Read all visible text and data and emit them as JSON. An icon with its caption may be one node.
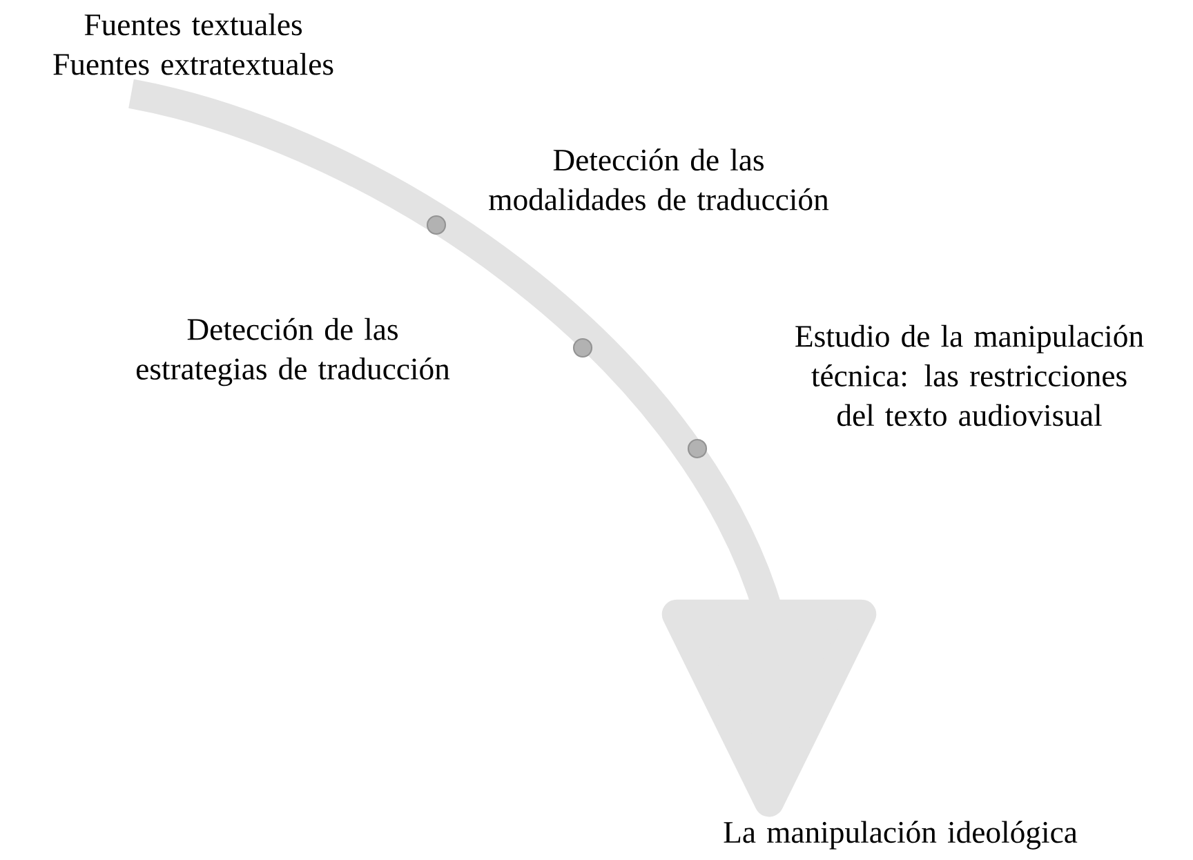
{
  "diagram": {
    "nodes": [
      {
        "text": [
          "Fuentes textuales",
          "Fuentes extratextuales"
        ]
      },
      {
        "text": [
          "Detección de las modalidades de traducción"
        ]
      },
      {
        "text": [
          "Detección de las estrategias de traducción"
        ]
      },
      {
        "text": [
          "Estudio de la manipulación técnica: las restricciones del texto audiovisual"
        ]
      },
      {
        "text": [
          "La manipulación ideológica"
        ]
      }
    ],
    "edges": [
      {
        "from": 0,
        "to": 4,
        "arrow": "to"
      }
    ]
  }
}
